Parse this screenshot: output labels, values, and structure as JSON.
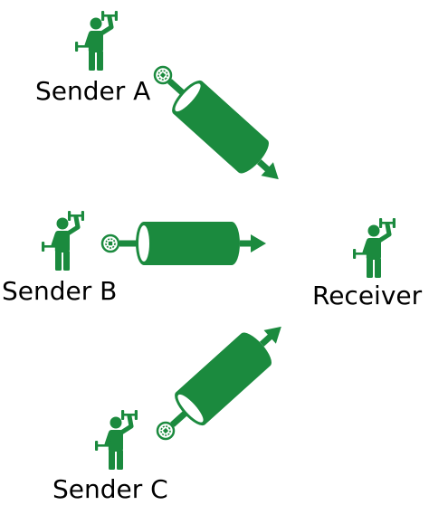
{
  "colors": {
    "accent": "#1b8a3e",
    "text": "#000000",
    "background": "#ffffff"
  },
  "nodes": {
    "sender_a": {
      "label": "Sender A",
      "icon": "person-lifting-dumbbell-icon"
    },
    "sender_b": {
      "label": "Sender B",
      "icon": "person-lifting-dumbbell-icon"
    },
    "sender_c": {
      "label": "Sender C",
      "icon": "person-lifting-dumbbell-icon"
    },
    "receiver": {
      "label": "Receiver",
      "icon": "person-lifting-dumbbell-icon"
    }
  },
  "edges": [
    {
      "from": "Sender A",
      "to": "Receiver",
      "icon": "cylinder-pipe-icon",
      "source_icon": "round-badge-icon"
    },
    {
      "from": "Sender B",
      "to": "Receiver",
      "icon": "cylinder-pipe-icon",
      "source_icon": "round-badge-icon"
    },
    {
      "from": "Sender C",
      "to": "Receiver",
      "icon": "cylinder-pipe-icon",
      "source_icon": "round-badge-icon"
    }
  ]
}
